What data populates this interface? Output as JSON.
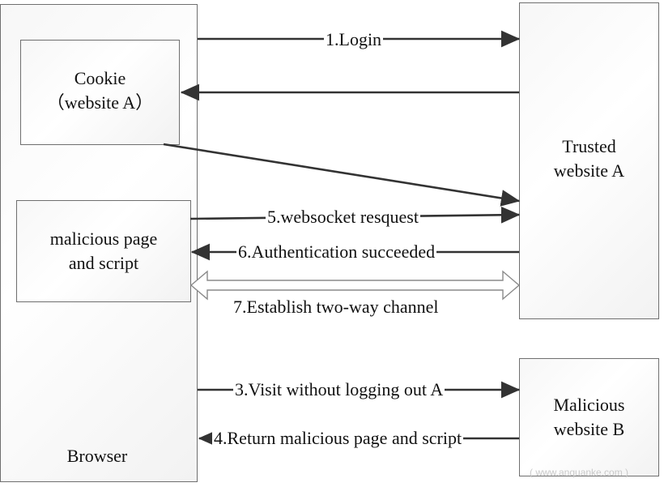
{
  "nodes": {
    "browser": "Browser",
    "cookie_line1": "Cookie",
    "cookie_line2": "（website A）",
    "malicious_page_line1": "malicious page",
    "malicious_page_line2": "and script",
    "trusted_line1": "Trusted",
    "trusted_line2": "website A",
    "malicious_site_line1": "Malicious",
    "malicious_site_line2": "website B"
  },
  "edges": {
    "login": "1.Login",
    "ws_request": "5.websocket resquest",
    "auth_ok": "6.Authentication succeeded",
    "channel": "7.Establish two-way channel",
    "visit": "3.Visit without logging out A",
    "return_page": "4.Return malicious page and script"
  },
  "watermark": "( www.anquanke.com )"
}
